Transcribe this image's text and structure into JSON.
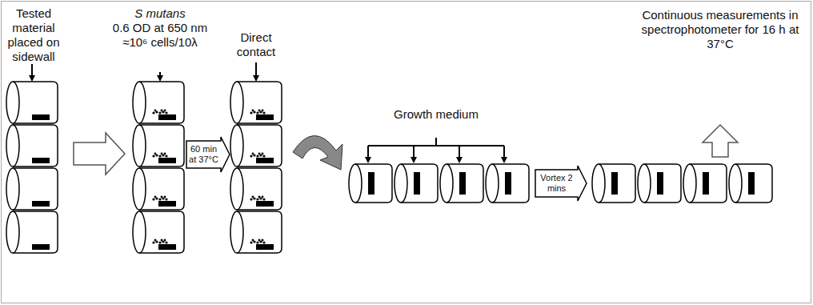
{
  "diagram": {
    "nodes": [
      {
        "text": [
          "60 min at 37°C"
        ]
      },
      {
        "text": [
          "Vortex 2 mins"
        ]
      }
    ],
    "labels": [
      "Tested material placed on sidewall",
      "S mutans",
      "0.6 OD at 650 nm ≈10⁶ cells/10λ",
      "Direct contact",
      "Growth medium",
      "Continuous measurements in spectrophotometer for 16 h at 37°C"
    ]
  }
}
